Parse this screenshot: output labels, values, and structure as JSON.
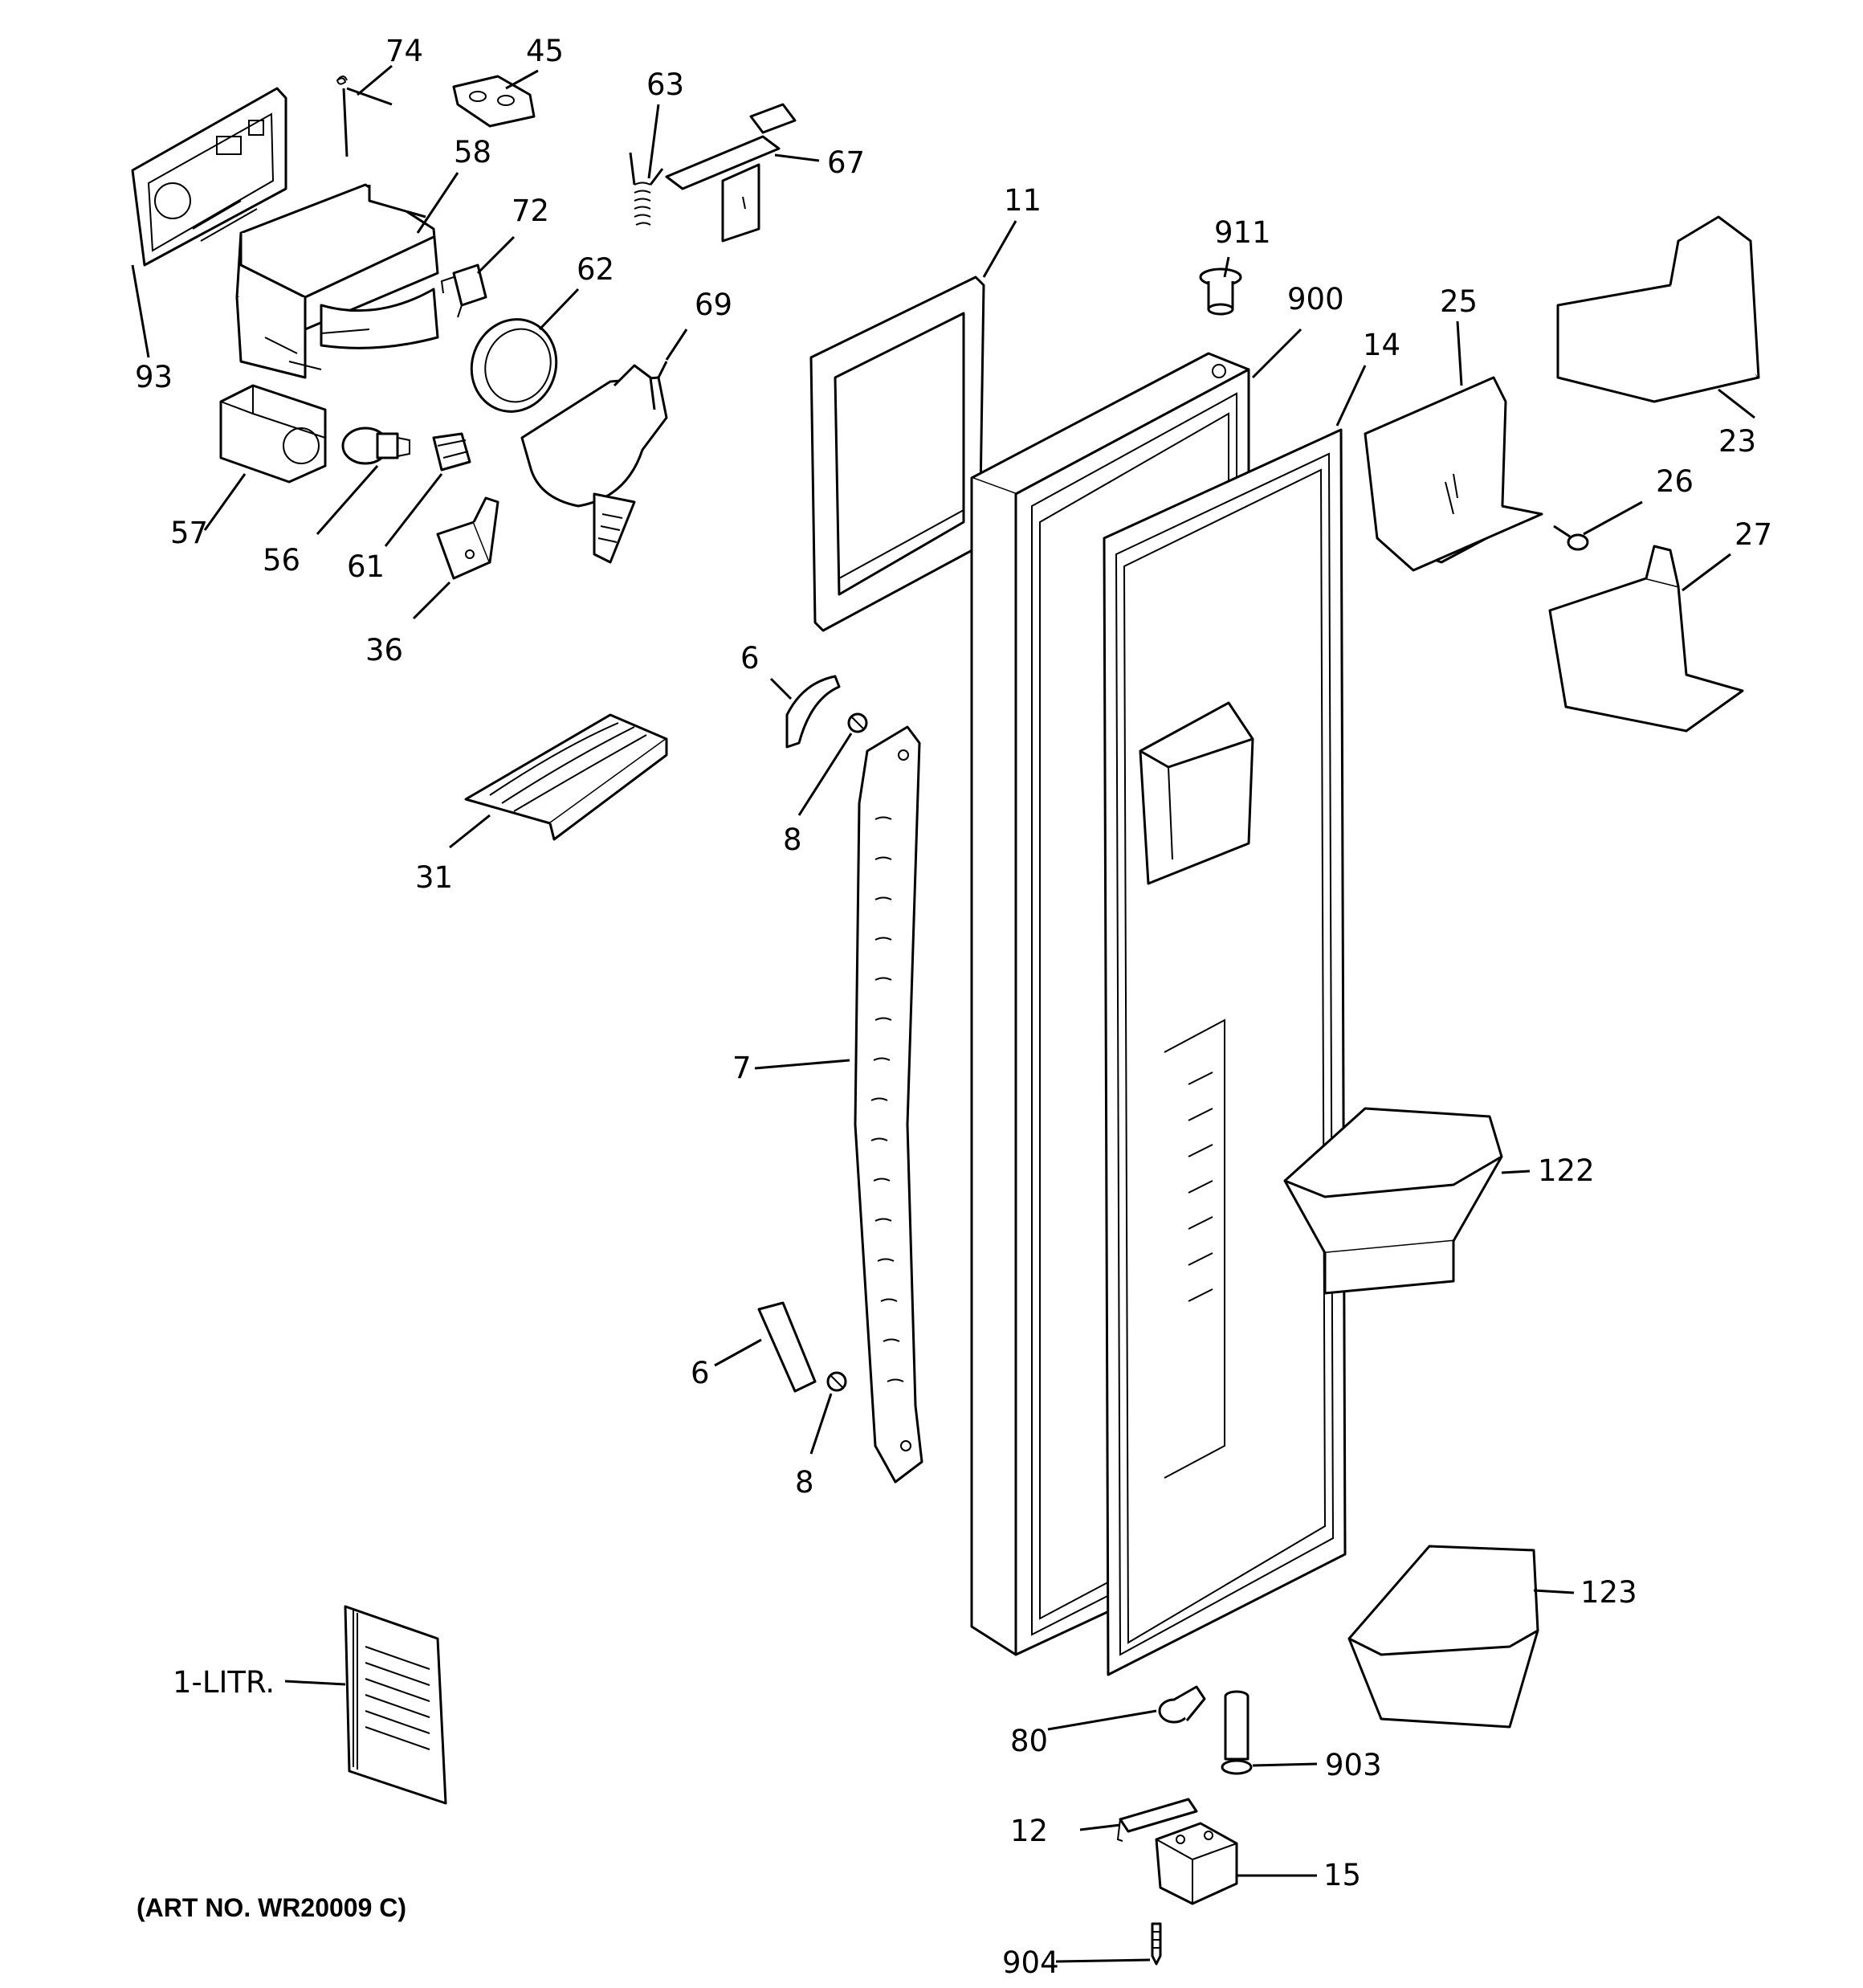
{
  "art_number": "(ART NO. WR20009 C)",
  "callouts": {
    "c74": "74",
    "c45": "45",
    "c63": "63",
    "c67": "67",
    "c58": "58",
    "c72": "72",
    "c62": "62",
    "c69": "69",
    "c93": "93",
    "c57": "57",
    "c56": "56",
    "c61": "61",
    "c36": "36",
    "c31": "31",
    "c11": "11",
    "c911": "911",
    "c900": "900",
    "c14": "14",
    "c25": "25",
    "c23": "23",
    "c26": "26",
    "c27": "27",
    "c6a": "6",
    "c8a": "8",
    "c7": "7",
    "c6b": "6",
    "c8b": "8",
    "c122": "122",
    "c123": "123",
    "c1litr": "1-LITR.",
    "c80": "80",
    "c903": "903",
    "c12": "12",
    "c15": "15",
    "c904": "904"
  }
}
